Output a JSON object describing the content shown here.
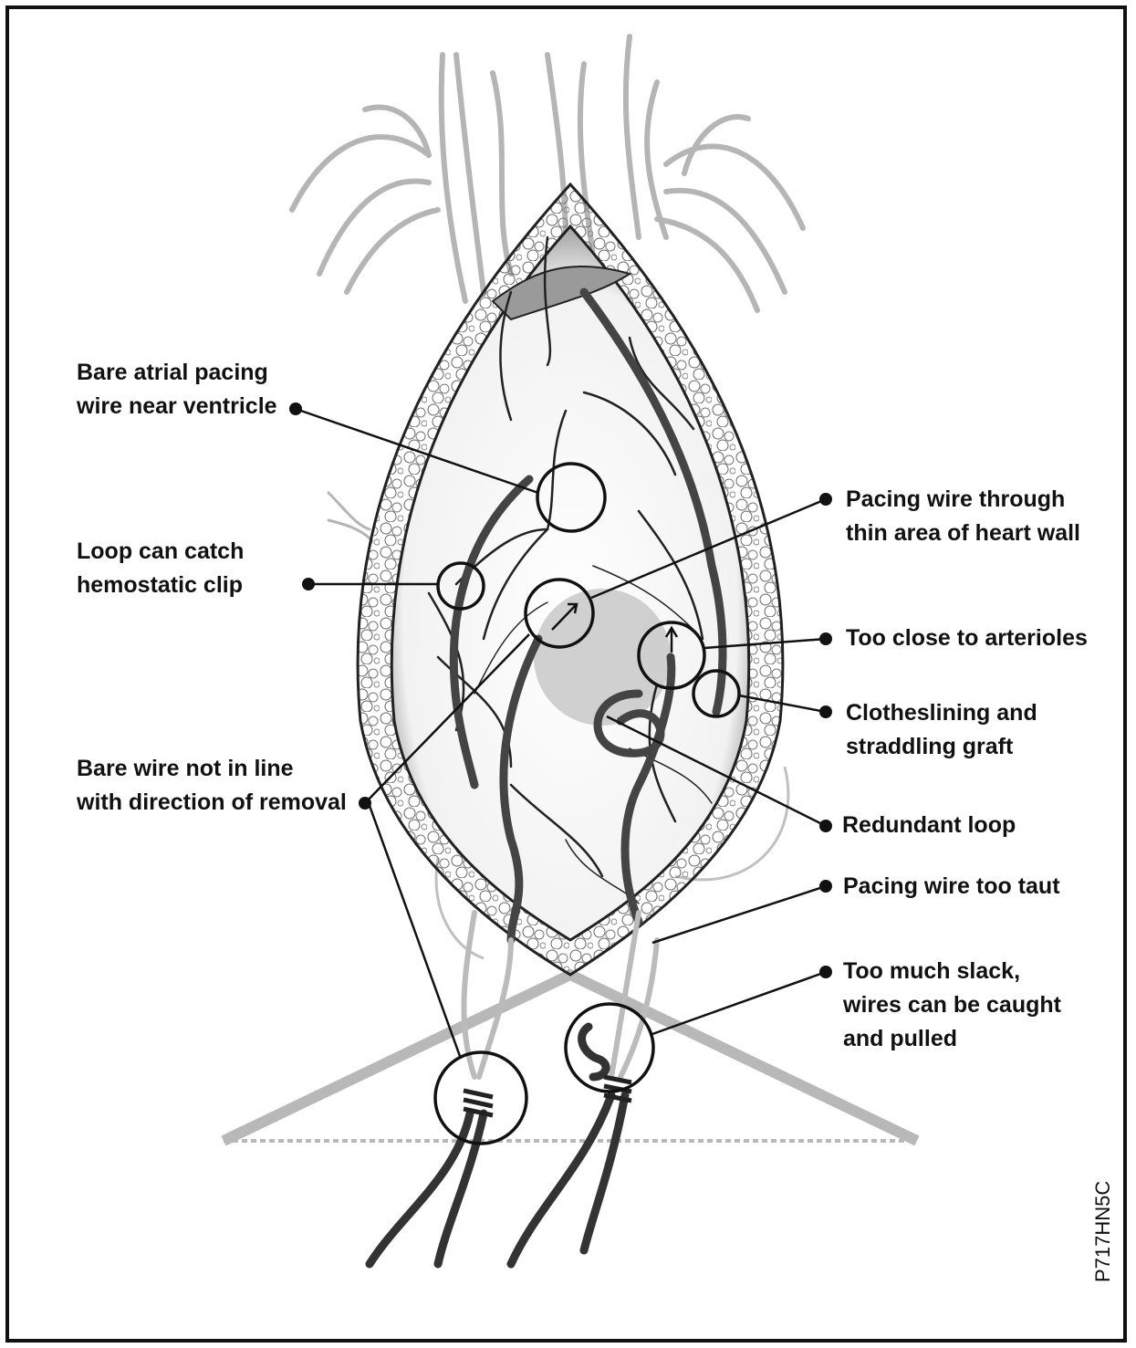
{
  "figure_id": "P717HN5C",
  "callouts": {
    "bare_atrial": {
      "line1": "Bare atrial pacing",
      "line2": "wire near ventricle"
    },
    "loop_clip": {
      "line1": "Loop can catch",
      "line2": "hemostatic clip"
    },
    "bare_wire": {
      "line1": "Bare wire not in line",
      "line2": "with direction of removal"
    },
    "thin_wall": {
      "line1": "Pacing wire through",
      "line2": "thin area of heart wall"
    },
    "arterioles": {
      "line1": "Too close to arterioles"
    },
    "clotheslining": {
      "line1": "Clotheslining and",
      "line2": "straddling graft"
    },
    "redundant": {
      "line1": "Redundant loop"
    },
    "too_taut": {
      "line1": "Pacing wire too taut"
    },
    "slack": {
      "line1": "Too much slack,",
      "line2": "wires can be caught",
      "line3": "and pulled"
    }
  },
  "colors": {
    "ink": "#111111",
    "wire": "#444444",
    "faint": "#aaaaaa",
    "blush": "#c8c8c8"
  }
}
